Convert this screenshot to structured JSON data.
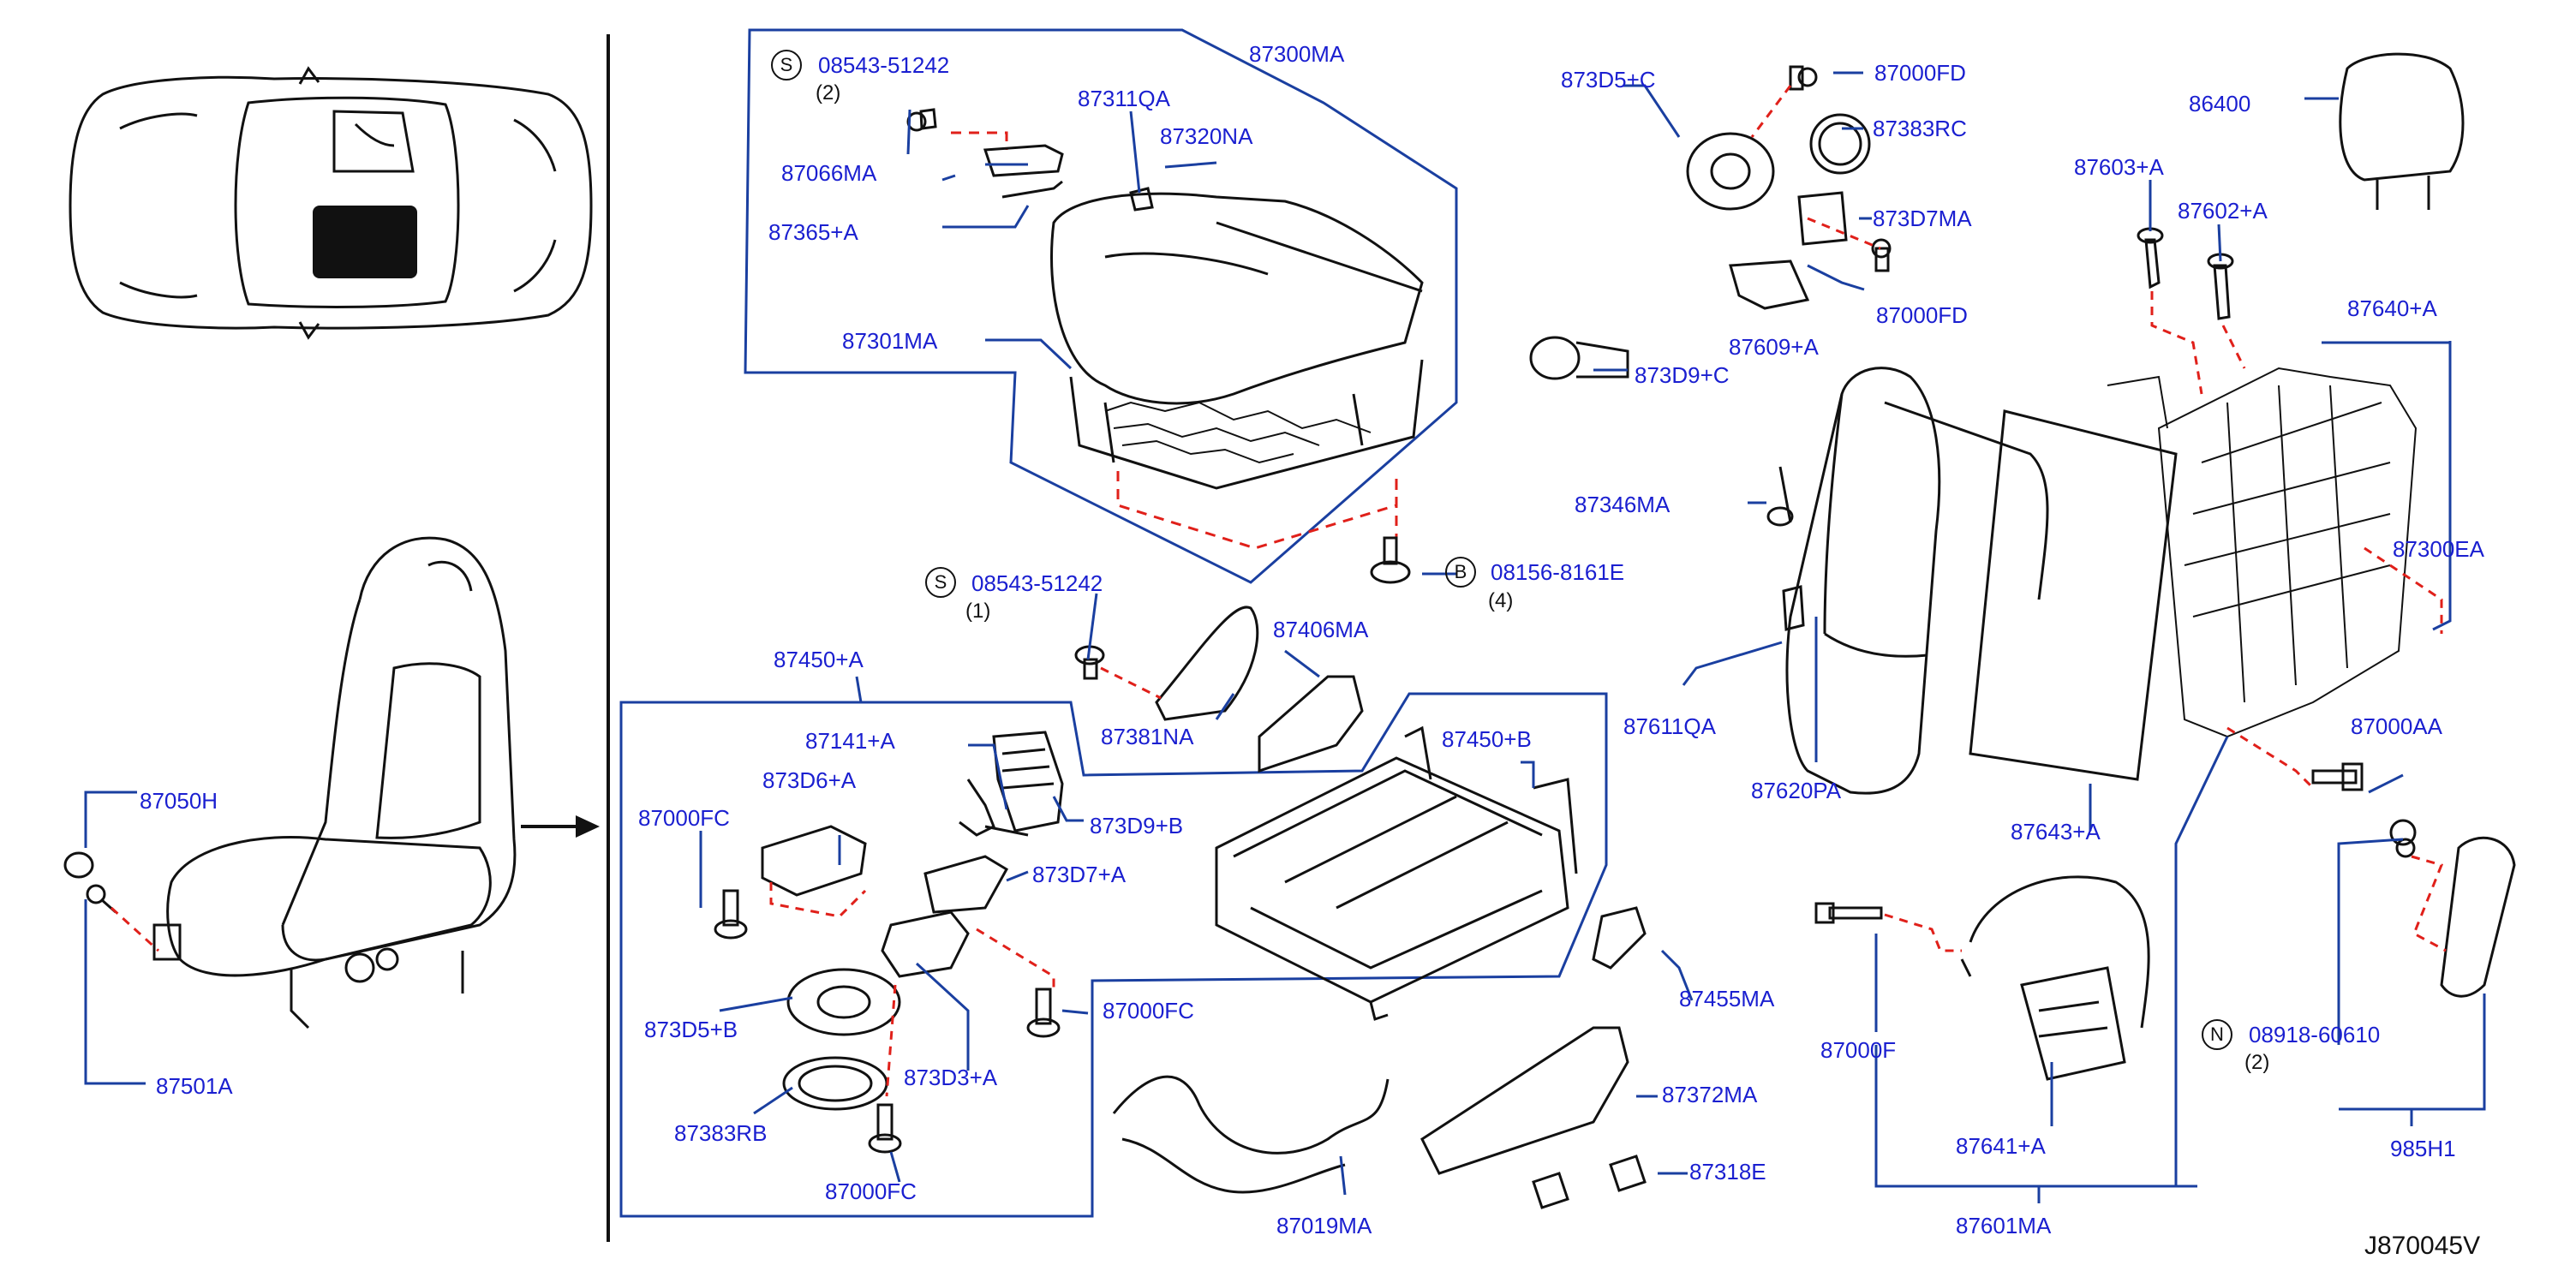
{
  "diagram_code": "J870045V",
  "part_labels": {
    "p87300MA": "87300MA",
    "p08543a": "08543-51242",
    "p87311QA": "87311QA",
    "p87320NA": "87320NA",
    "p87066MA": "87066MA",
    "p87365A": "87365+A",
    "p87301MA": "87301MA",
    "p08156": "08156-8161E",
    "p873D5C": "873D5+C",
    "p87000FD_top": "87000FD",
    "p87383RC": "87383RC",
    "p873D7MA": "873D7MA",
    "p87000FD_bot": "87000FD",
    "p87609A": "87609+A",
    "p873D9C": "873D9+C",
    "p87346MA": "87346MA",
    "p86400": "86400",
    "p87603A": "87603+A",
    "p87602A": "87602+A",
    "p87640A": "87640+A",
    "p87300EA": "87300EA",
    "p87000AA": "87000AA",
    "p87611QA": "87611QA",
    "p87620PA": "87620PA",
    "p87643A": "87643+A",
    "p08543b": "08543-51242",
    "p87381NA": "87381NA",
    "p87406MA": "87406MA",
    "p87450A": "87450+A",
    "p87450B": "87450+B",
    "p87141A": "87141+A",
    "p873D6A": "873D6+A",
    "p873D9B": "873D9+B",
    "p87000FC_a": "87000FC",
    "p873D7A": "873D7+A",
    "p873D5B": "873D5+B",
    "p87000FC_b": "87000FC",
    "p873D3A": "873D3+A",
    "p87383RB": "87383RB",
    "p87000FC_c": "87000FC",
    "p87455MA": "87455MA",
    "p87372MA": "87372MA",
    "p87318E": "87318E",
    "p87019MA": "87019MA",
    "p87050H": "87050H",
    "p87501A": "87501A",
    "p87000F": "87000F",
    "p87641A": "87641+A",
    "p87601MA": "87601MA",
    "p08918": "08918-60610",
    "p985H1": "985H1"
  },
  "quantities": {
    "q08543a": "(2)",
    "q08156": "(4)",
    "q08543b": "(1)",
    "q08918": "(2)"
  },
  "fastener_badges": {
    "s1": "S",
    "b1": "B",
    "s2": "S",
    "n1": "N"
  },
  "colors": {
    "part_number": "#1a1fd0",
    "leader_line": "#1a3fa0",
    "dashed_line": "#e0201a",
    "outline": "#111111"
  }
}
